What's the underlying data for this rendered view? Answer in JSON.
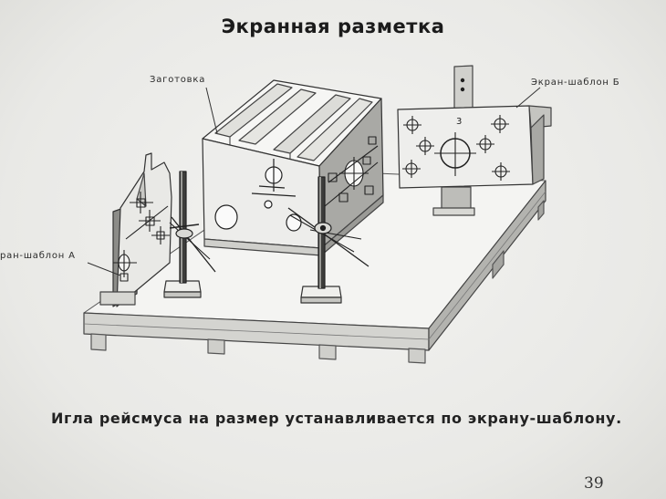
{
  "title": "Экранная разметка",
  "labels": {
    "blank": "Заготовка",
    "screen_b": "Экран-шаблон Б",
    "screen_a": "ран-шаблон А"
  },
  "caption": "Игла рейсмуса на размер устанавливается по экрану-шаблону.",
  "page_number": "39",
  "colors": {
    "ink": "#1e1e1e",
    "light_face": "#f2f2f0",
    "mid_face": "#c9c9c5",
    "dark_face": "#8e8e8a"
  }
}
